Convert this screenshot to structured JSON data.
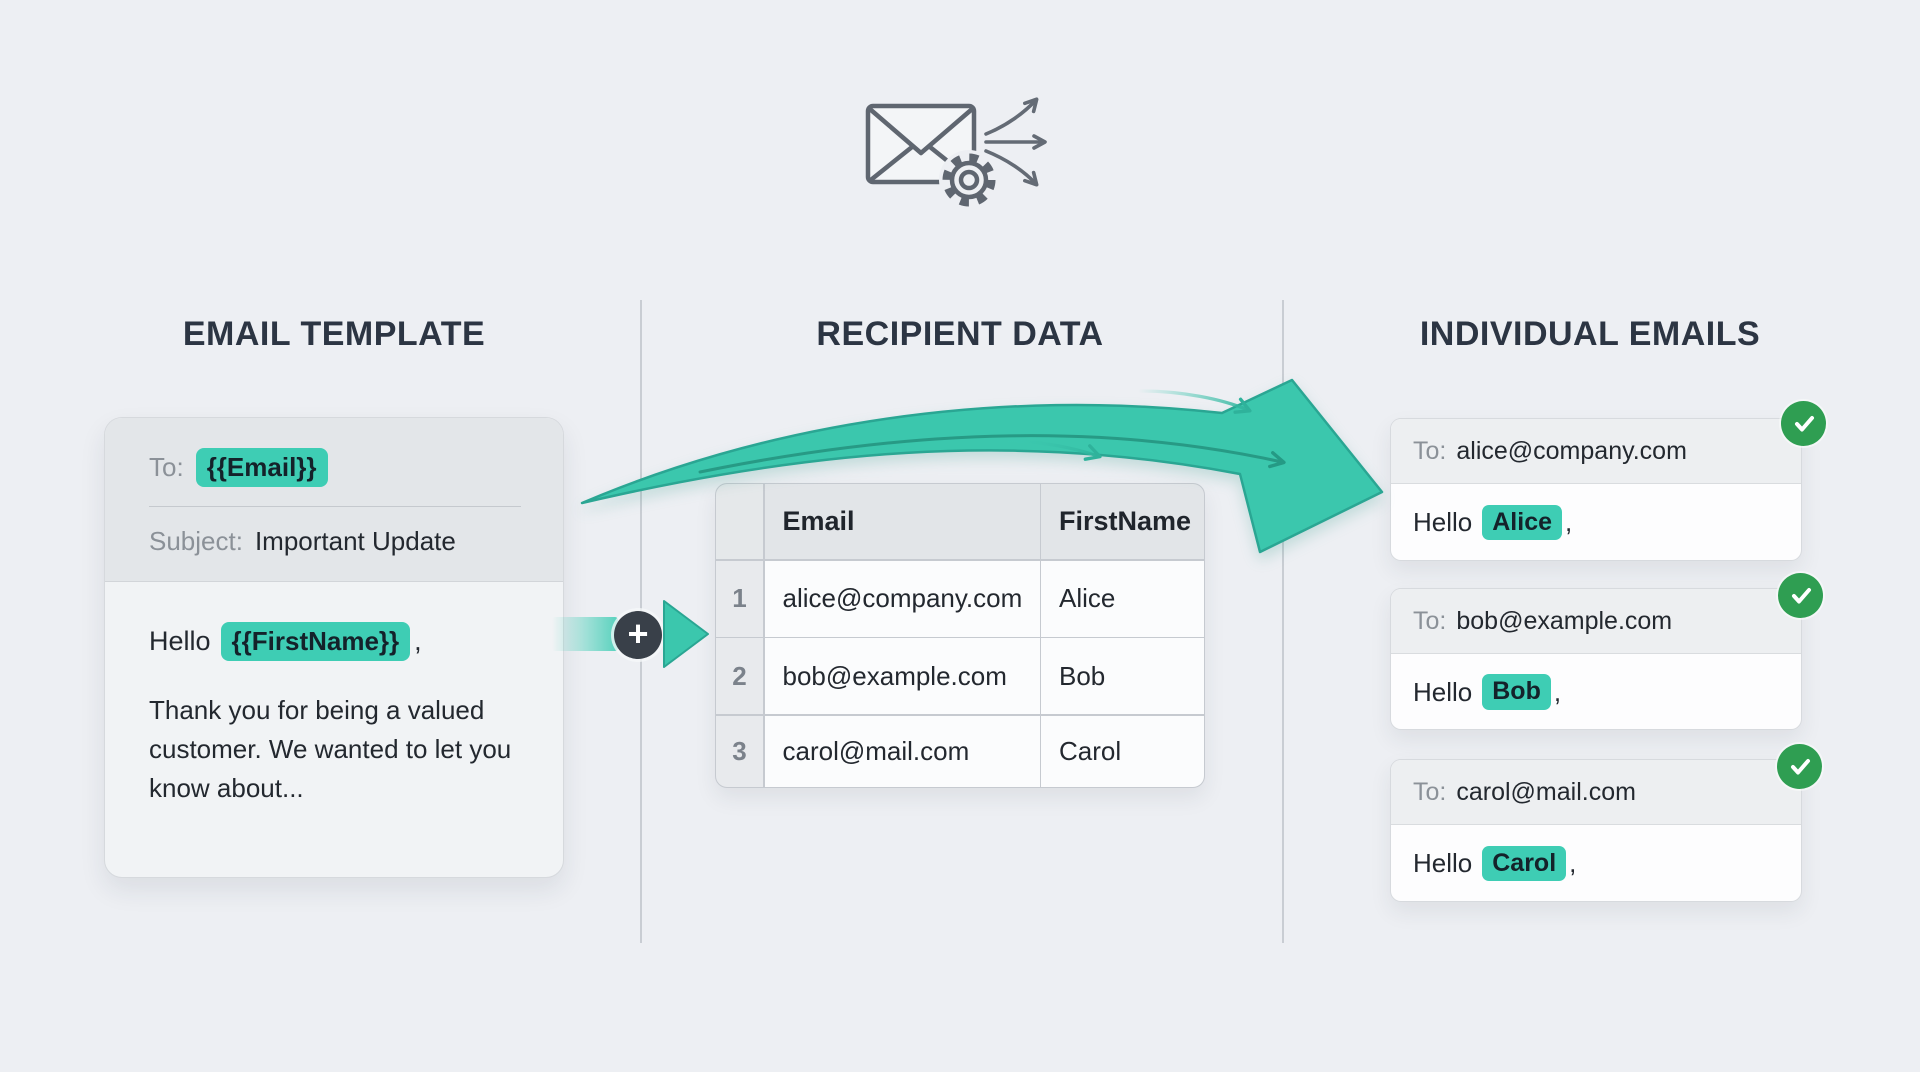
{
  "colors": {
    "accent_teal": "#3ecdb4",
    "arrow_teal": "#3bc7ad",
    "badge_green": "#2f9e52",
    "heading": "#2c3543",
    "plus_circle": "#394049"
  },
  "icons": {
    "header_icon": "envelope-gear-fanout",
    "merge_icon": "plus-circle",
    "status_icon": "check-circle"
  },
  "sections": {
    "template": {
      "title": "EMAIL TEMPLATE",
      "card": {
        "to_label": "To:",
        "to_variable": "{{Email}}",
        "subject_label": "Subject:",
        "subject_value": "Important Update",
        "greeting_prefix": "Hello",
        "greeting_variable": "{{FirstName}}",
        "greeting_suffix": ",",
        "body": "Thank you for being a valued customer. We wanted to let you know about..."
      }
    },
    "recipients": {
      "title": "RECIPIENT DATA",
      "table": {
        "columns": {
          "email": "Email",
          "first_name": "FirstName"
        },
        "rows": [
          {
            "num": "1",
            "email": "alice@company.com",
            "first_name": "Alice"
          },
          {
            "num": "2",
            "email": "bob@example.com",
            "first_name": "Bob"
          },
          {
            "num": "3",
            "email": "carol@mail.com",
            "first_name": "Carol"
          }
        ]
      }
    },
    "individual": {
      "title": "INDIVIDUAL EMAILS",
      "emails": [
        {
          "to_label": "To:",
          "to_value": "alice@company.com",
          "greeting_prefix": "Hello",
          "name": "Alice",
          "greeting_suffix": ","
        },
        {
          "to_label": "To:",
          "to_value": "bob@example.com",
          "greeting_prefix": "Hello",
          "name": "Bob",
          "greeting_suffix": ","
        },
        {
          "to_label": "To:",
          "to_value": "carol@mail.com",
          "greeting_prefix": "Hello",
          "name": "Carol",
          "greeting_suffix": ","
        }
      ]
    }
  },
  "plus_symbol": "+"
}
